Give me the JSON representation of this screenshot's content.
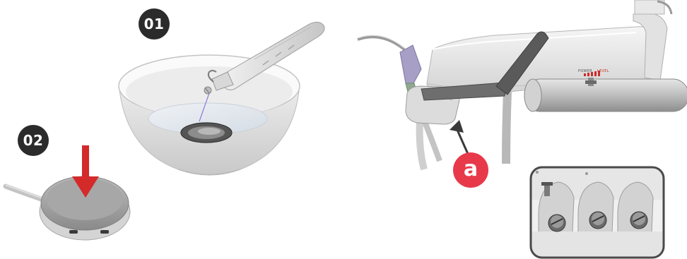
{
  "steps": [
    {
      "number": "01"
    },
    {
      "number": "02"
    }
  ],
  "callout": {
    "label": "a",
    "color": "#e8394b"
  },
  "panel": {
    "power_label": "POWER",
    "level_label": "LEVEL"
  },
  "colors": {
    "badge_bg": "#2b2b2b",
    "arrow_red": "#d42a2a",
    "unit_body": "#eeeeee",
    "footswitch": "#9a9a9a"
  }
}
